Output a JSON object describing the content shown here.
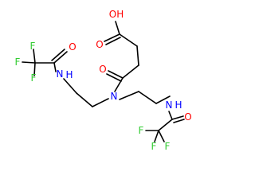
{
  "colors": {
    "bond": "#000000",
    "carbon": "#000000",
    "oxygen": "#ff0000",
    "nitrogen": "#0000ff",
    "fluorine": "#33cc33"
  },
  "labels": {
    "acid_oh": "OH",
    "acid_carbonyl_o": "O",
    "amide_o": "O",
    "central_n": "N",
    "left_carbonyl_o": "O",
    "left_nh_n": "N",
    "left_nh_h": "H",
    "left_f_top": "F",
    "left_f_left": "F",
    "left_f_bottom": "F",
    "right_nh_n": "N",
    "right_nh_h": "H",
    "right_carbonyl_o": "O",
    "right_f_left": "F",
    "right_f_bottom_left": "F",
    "right_f_bottom_right": "F"
  }
}
